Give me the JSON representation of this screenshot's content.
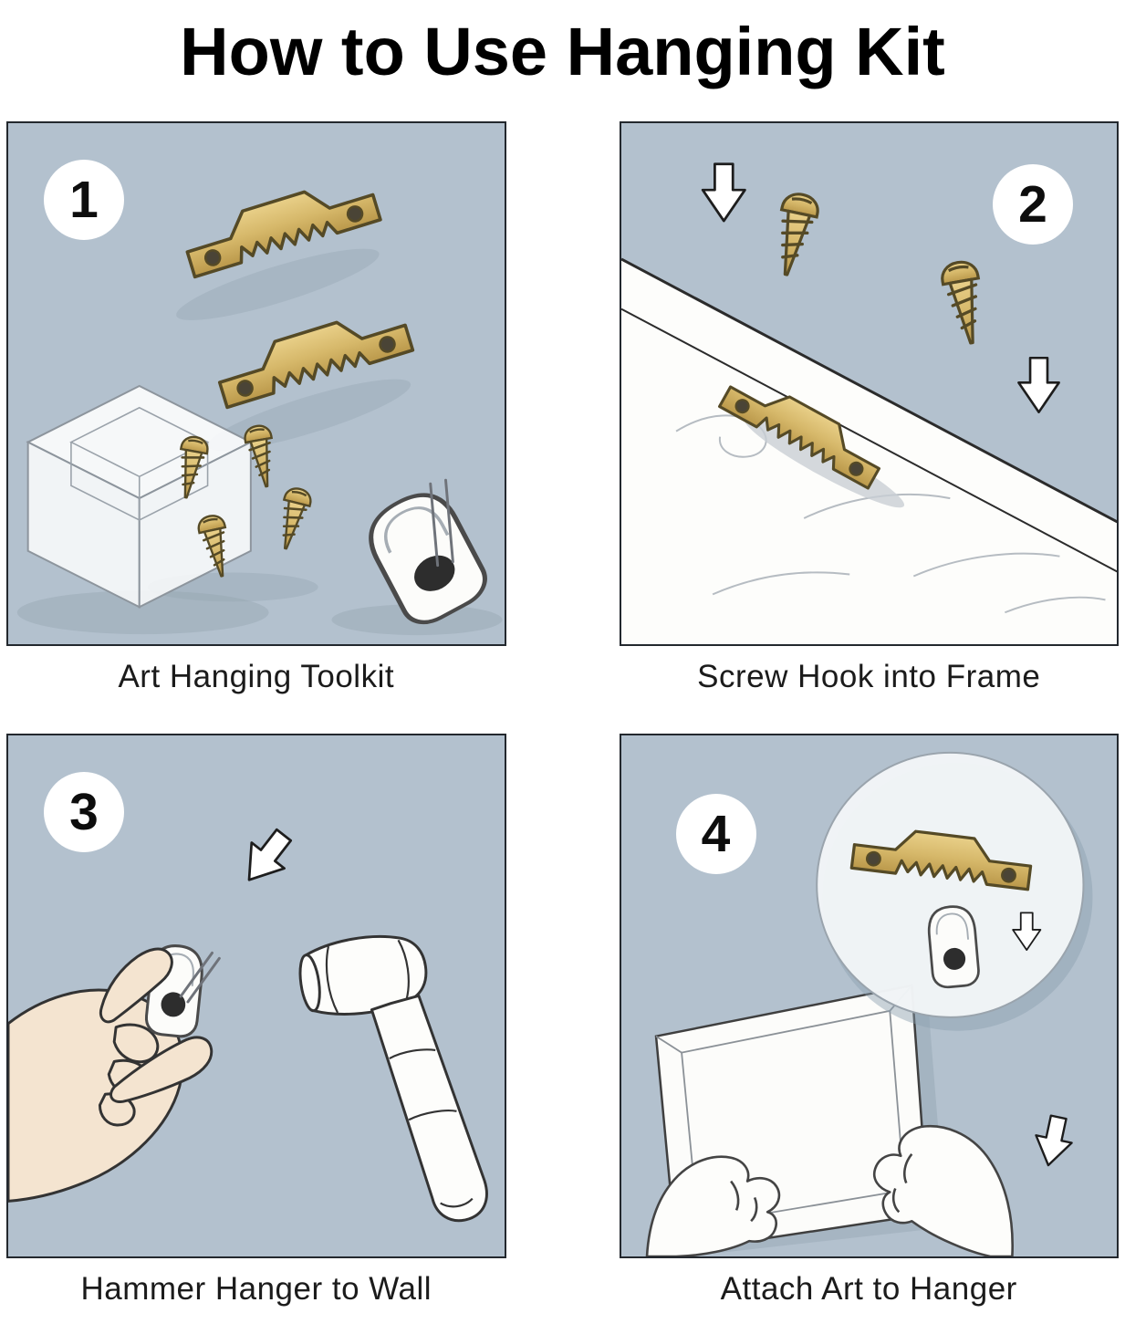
{
  "title": "How to Use Hanging  Kit",
  "steps": [
    {
      "number": "1",
      "caption": "Art Hanging Toolkit"
    },
    {
      "number": "2",
      "caption": "Screw Hook into Frame"
    },
    {
      "number": "3",
      "caption": "Hammer Hanger to Wall"
    },
    {
      "number": "4",
      "caption": "Attach Art to Hanger"
    }
  ],
  "colors": {
    "panel_background": "#b3c1ce",
    "brass": "#d6b86a",
    "outline": "#2b2b2b",
    "paper": "#ffffff"
  }
}
